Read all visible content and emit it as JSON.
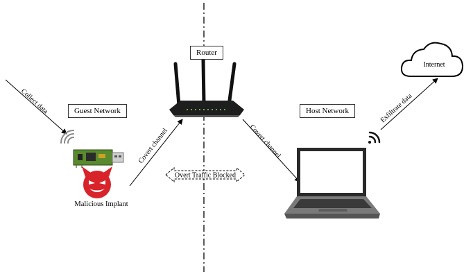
{
  "labels": {
    "router": "Router",
    "guest_network": "Guest Network",
    "host_network": "Host Network",
    "internet": "Internet",
    "malicious_implant": "Malicious Implant",
    "collect_data": "Collect data",
    "covert_channel_left": "Covert channel",
    "covert_channel_right": "Covert channel",
    "exfiltrate_data": "Exfiltrate data",
    "overt_traffic_blocked": "Overt Traffic Blocked"
  },
  "icons": [
    "wifi-icon",
    "usb-implant-icon",
    "devil-icon",
    "router-icon",
    "laptop-icon",
    "cloud-icon"
  ],
  "colors": {
    "devil": "#d9232a",
    "board": "#5a8a2e",
    "router": "#1e1e1e",
    "laptop": "#6e6e6e"
  }
}
